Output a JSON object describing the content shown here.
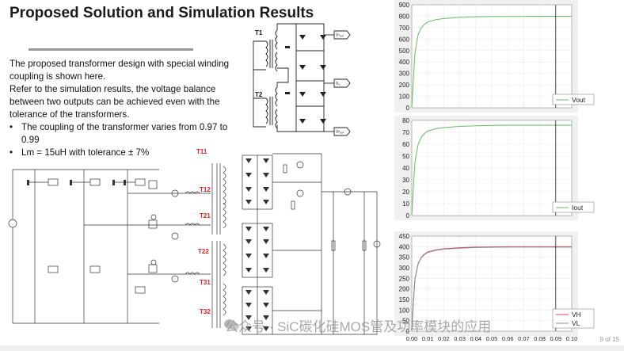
{
  "slide": {
    "title": "Proposed Solution and Simulation Results",
    "paragraphs": [
      "The proposed transformer design with special winding coupling is shown here.",
      "Refer to the simulation results, the voltage balance between two outputs can be achieved even with the tolerance of the transformers."
    ],
    "bullets": [
      {
        "line1": "The coupling of the transformer varies from 0.97 to",
        "line2": "0.99"
      },
      {
        "line1": "Lm = 15uH with tolerance ± 7%"
      }
    ],
    "page_number": "9 of 15",
    "watermark": "公众号 · SiC碳化硅MOS管及功率模块的应用"
  },
  "schematic_top": {
    "labels": {
      "t1": "T1",
      "t2": "T2",
      "v_top": "V¹ₒᵤₜ",
      "v_mid": "Vₒ",
      "v_bot": "V²ₒᵤₜ"
    }
  },
  "schematic_main": {
    "transformer_labels": [
      "T11",
      "T12",
      "T21",
      "T22",
      "T31",
      "T32"
    ],
    "colors": {
      "highlight": "#e02020"
    }
  },
  "colors": {
    "vout": "#66bb66",
    "iout": "#66bb66",
    "vh": "#e84040",
    "vl": "#888888",
    "grid": "#c8c8c8",
    "panel": "#f0f0f0"
  },
  "chart_data": [
    {
      "type": "line",
      "ylim": [
        0,
        900
      ],
      "yticks": [
        0,
        100,
        200,
        300,
        400,
        500,
        600,
        700,
        800,
        900
      ],
      "xlim": [
        0,
        0.1
      ],
      "series": [
        {
          "name": "Vout",
          "x": [
            0,
            0.001,
            0.002,
            0.004,
            0.006,
            0.008,
            0.01,
            0.015,
            0.02,
            0.03,
            0.04,
            0.05,
            0.06,
            0.07,
            0.08,
            0.09,
            0.1
          ],
          "values": [
            0,
            250,
            480,
            640,
            700,
            730,
            750,
            770,
            780,
            790,
            795,
            797,
            798,
            799,
            800,
            800,
            800
          ]
        }
      ],
      "cursor_x": 0.09
    },
    {
      "type": "line",
      "ylim": [
        0,
        80
      ],
      "yticks": [
        0,
        10,
        20,
        30,
        40,
        50,
        60,
        70,
        80
      ],
      "xlim": [
        0,
        0.1
      ],
      "series": [
        {
          "name": "Iout",
          "x": [
            0,
            0.001,
            0.002,
            0.004,
            0.006,
            0.008,
            0.01,
            0.015,
            0.02,
            0.03,
            0.04,
            0.05,
            0.06,
            0.07,
            0.08,
            0.09,
            0.1
          ],
          "values": [
            0,
            24,
            45,
            60,
            66,
            69,
            71,
            73,
            74,
            75,
            75.5,
            75.8,
            76,
            76,
            76,
            76,
            76
          ]
        }
      ],
      "cursor_x": 0.09
    },
    {
      "type": "line",
      "ylim": [
        0,
        450
      ],
      "yticks": [
        0,
        50,
        100,
        150,
        200,
        250,
        300,
        350,
        400,
        450
      ],
      "xlim": [
        0,
        0.1
      ],
      "xticks": [
        "0.00",
        "0.01",
        "0.02",
        "0.03",
        "0.04",
        "0.05",
        "0.06",
        "0.07",
        "0.08",
        "0.09",
        "0.10"
      ],
      "series": [
        {
          "name": "VH",
          "x": [
            0,
            0.001,
            0.002,
            0.004,
            0.006,
            0.008,
            0.01,
            0.015,
            0.02,
            0.03,
            0.04,
            0.05,
            0.06,
            0.07,
            0.08,
            0.09,
            0.1
          ],
          "values": [
            0,
            140,
            250,
            320,
            350,
            365,
            375,
            385,
            390,
            395,
            398,
            399,
            400,
            400,
            400,
            400,
            400
          ]
        },
        {
          "name": "VL",
          "x": [
            0,
            0.001,
            0.002,
            0.004,
            0.006,
            0.008,
            0.01,
            0.015,
            0.02,
            0.03,
            0.04,
            0.05,
            0.06,
            0.07,
            0.08,
            0.09,
            0.1
          ],
          "values": [
            0,
            138,
            248,
            318,
            348,
            363,
            373,
            383,
            388,
            393,
            396,
            397,
            398,
            398,
            398,
            398,
            398
          ]
        }
      ],
      "cursor_x": 0.09
    }
  ]
}
